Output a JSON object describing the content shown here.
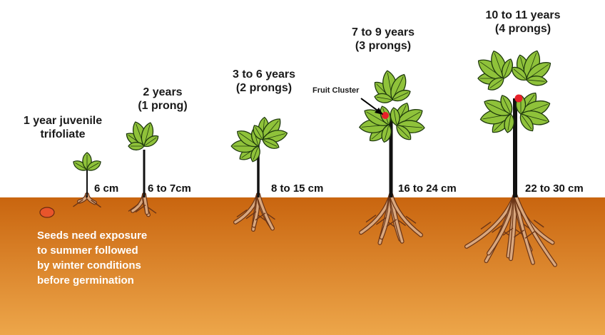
{
  "stages": [
    {
      "label": [
        "1 year juvenile",
        "trifoliate"
      ],
      "height": "6 cm"
    },
    {
      "label": [
        "2 years",
        "(1 prong)"
      ],
      "height": "6  to 7cm"
    },
    {
      "label": [
        "3 to 6 years",
        "(2 prongs)"
      ],
      "height": "8 to 15 cm"
    },
    {
      "label": [
        "7 to 9 years",
        "(3 prongs)"
      ],
      "height": "16 to 24 cm"
    },
    {
      "label": [
        "10 to 11 years",
        "(4 prongs)"
      ],
      "height": "22 to 30 cm"
    }
  ],
  "fruit_cluster_label": "Fruit Cluster",
  "seed_note": [
    "Seeds need exposure",
    "to summer followed",
    "by winter conditions",
    "before germination"
  ],
  "colors": {
    "soil_top": "#c9650f",
    "soil_bottom": "#eda64a",
    "leaf": "#8fc23a",
    "leaf_outline": "#1f3a0d",
    "root": "#d9a77e",
    "fruit": "#e8202a",
    "seed": "#e8552b"
  }
}
